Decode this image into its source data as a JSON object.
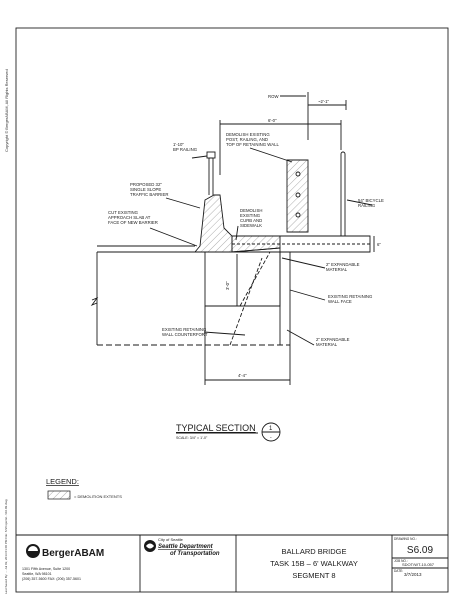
{
  "copyright": "Copyright © BergerABAM, All Rights Reserved",
  "plot_stamp": "Last Saved By: ... Jul 03, 2013 01:06 PM  File: S:\\Projects\\...\\S6.09.dwg",
  "labels": {
    "row": "ROW",
    "dim_2_1": "~2'-1\"",
    "dim_6_0": "6'-0\"",
    "demo_post": "DEMOLISH EXISTING\nPOST, RAILING, AND\nTOP OF RETAINING WALL",
    "bp_railing": "1'-10\"\nBP RAILING",
    "proposed_barrier": "PROPOSED 32\"\nSINGLE SLOPE\nTRAFFIC BARRIER",
    "cut_slab": "CUT EXISTING\nAPPROACH SLAB AT\nFACE OF NEW BARRIER",
    "demo_curb": "DEMOLISH\nEXISTING\nCURB AND\nSIDEWALK",
    "bicycle_railing": "54\" BICYCLE\nRAILING",
    "dim_6": "6\"",
    "expandable_1": "2\" EXPANDABLE\nMATERIAL",
    "dim_3_0": "3'-0\"",
    "existing_face": "EXISTING RETAINING\nWALL FACE",
    "counterfort": "EXISTING RETAINING\nWALL COUNTERFORT",
    "expandable_2": "2\" EXPANDABLE\nMATERIAL",
    "dim_4_4": "4'-4\""
  },
  "section": {
    "title": "TYPICAL SECTION",
    "scale": "SCALE: 3/4\" = 1'-0\"",
    "number": "1",
    "sheet_ref": "-"
  },
  "legend": {
    "title": "LEGEND:",
    "item": "= DEMOLITION EXTENTS"
  },
  "title_block": {
    "firm": "BergerABAM",
    "address": [
      "1301 Fifth Avenue, Suite 1200",
      "Seattle, WA 98101",
      "(206) 357-5600    FAX: (206) 357-5601"
    ],
    "city": "City of Seattle",
    "dept_1": "Seattle Department",
    "dept_2": "of Transportation",
    "project_line1": "BALLARD BRIDGE",
    "project_line2": "TASK 15B – 6' WALKWAY",
    "project_line3": "SEGMENT 8",
    "drawing_no_label": "DRAWING NO.:",
    "drawing_no": "S6.09",
    "job_label": "JOB NO.:",
    "job_no": "SDOT/WT-10-057",
    "date_label": "DATE:",
    "date": "3/7/2013"
  },
  "colors": {
    "line": "#1a1a1a",
    "hatch": "#666666"
  }
}
